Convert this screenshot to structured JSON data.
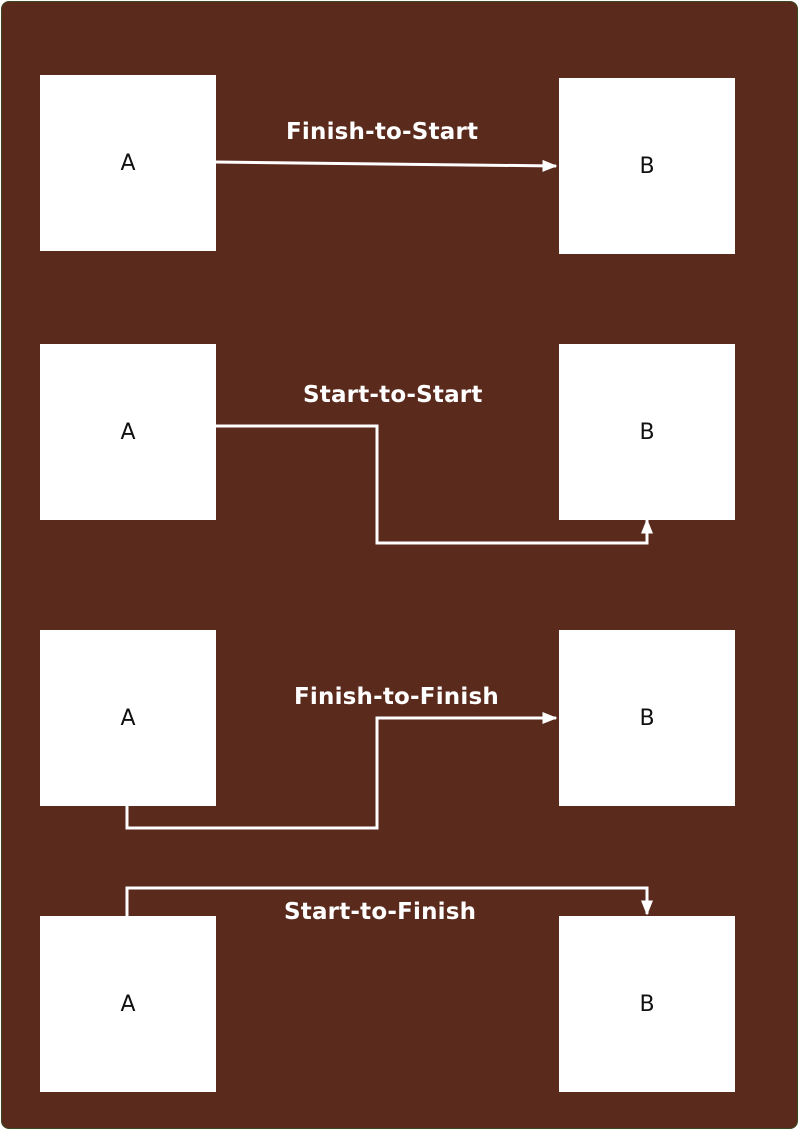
{
  "colors": {
    "background": "#5a2a1c",
    "box_fill": "#ffffff",
    "connector": "#ffffff",
    "label_text": "#ffffff"
  },
  "rows": [
    {
      "label": "Finish-to-Start",
      "from": "A",
      "to": "B"
    },
    {
      "label": "Start-to-Start",
      "from": "A",
      "to": "B"
    },
    {
      "label": "Finish-to-Finish",
      "from": "A",
      "to": "B"
    },
    {
      "label": "Start-to-Finish",
      "from": "A",
      "to": "B"
    }
  ]
}
